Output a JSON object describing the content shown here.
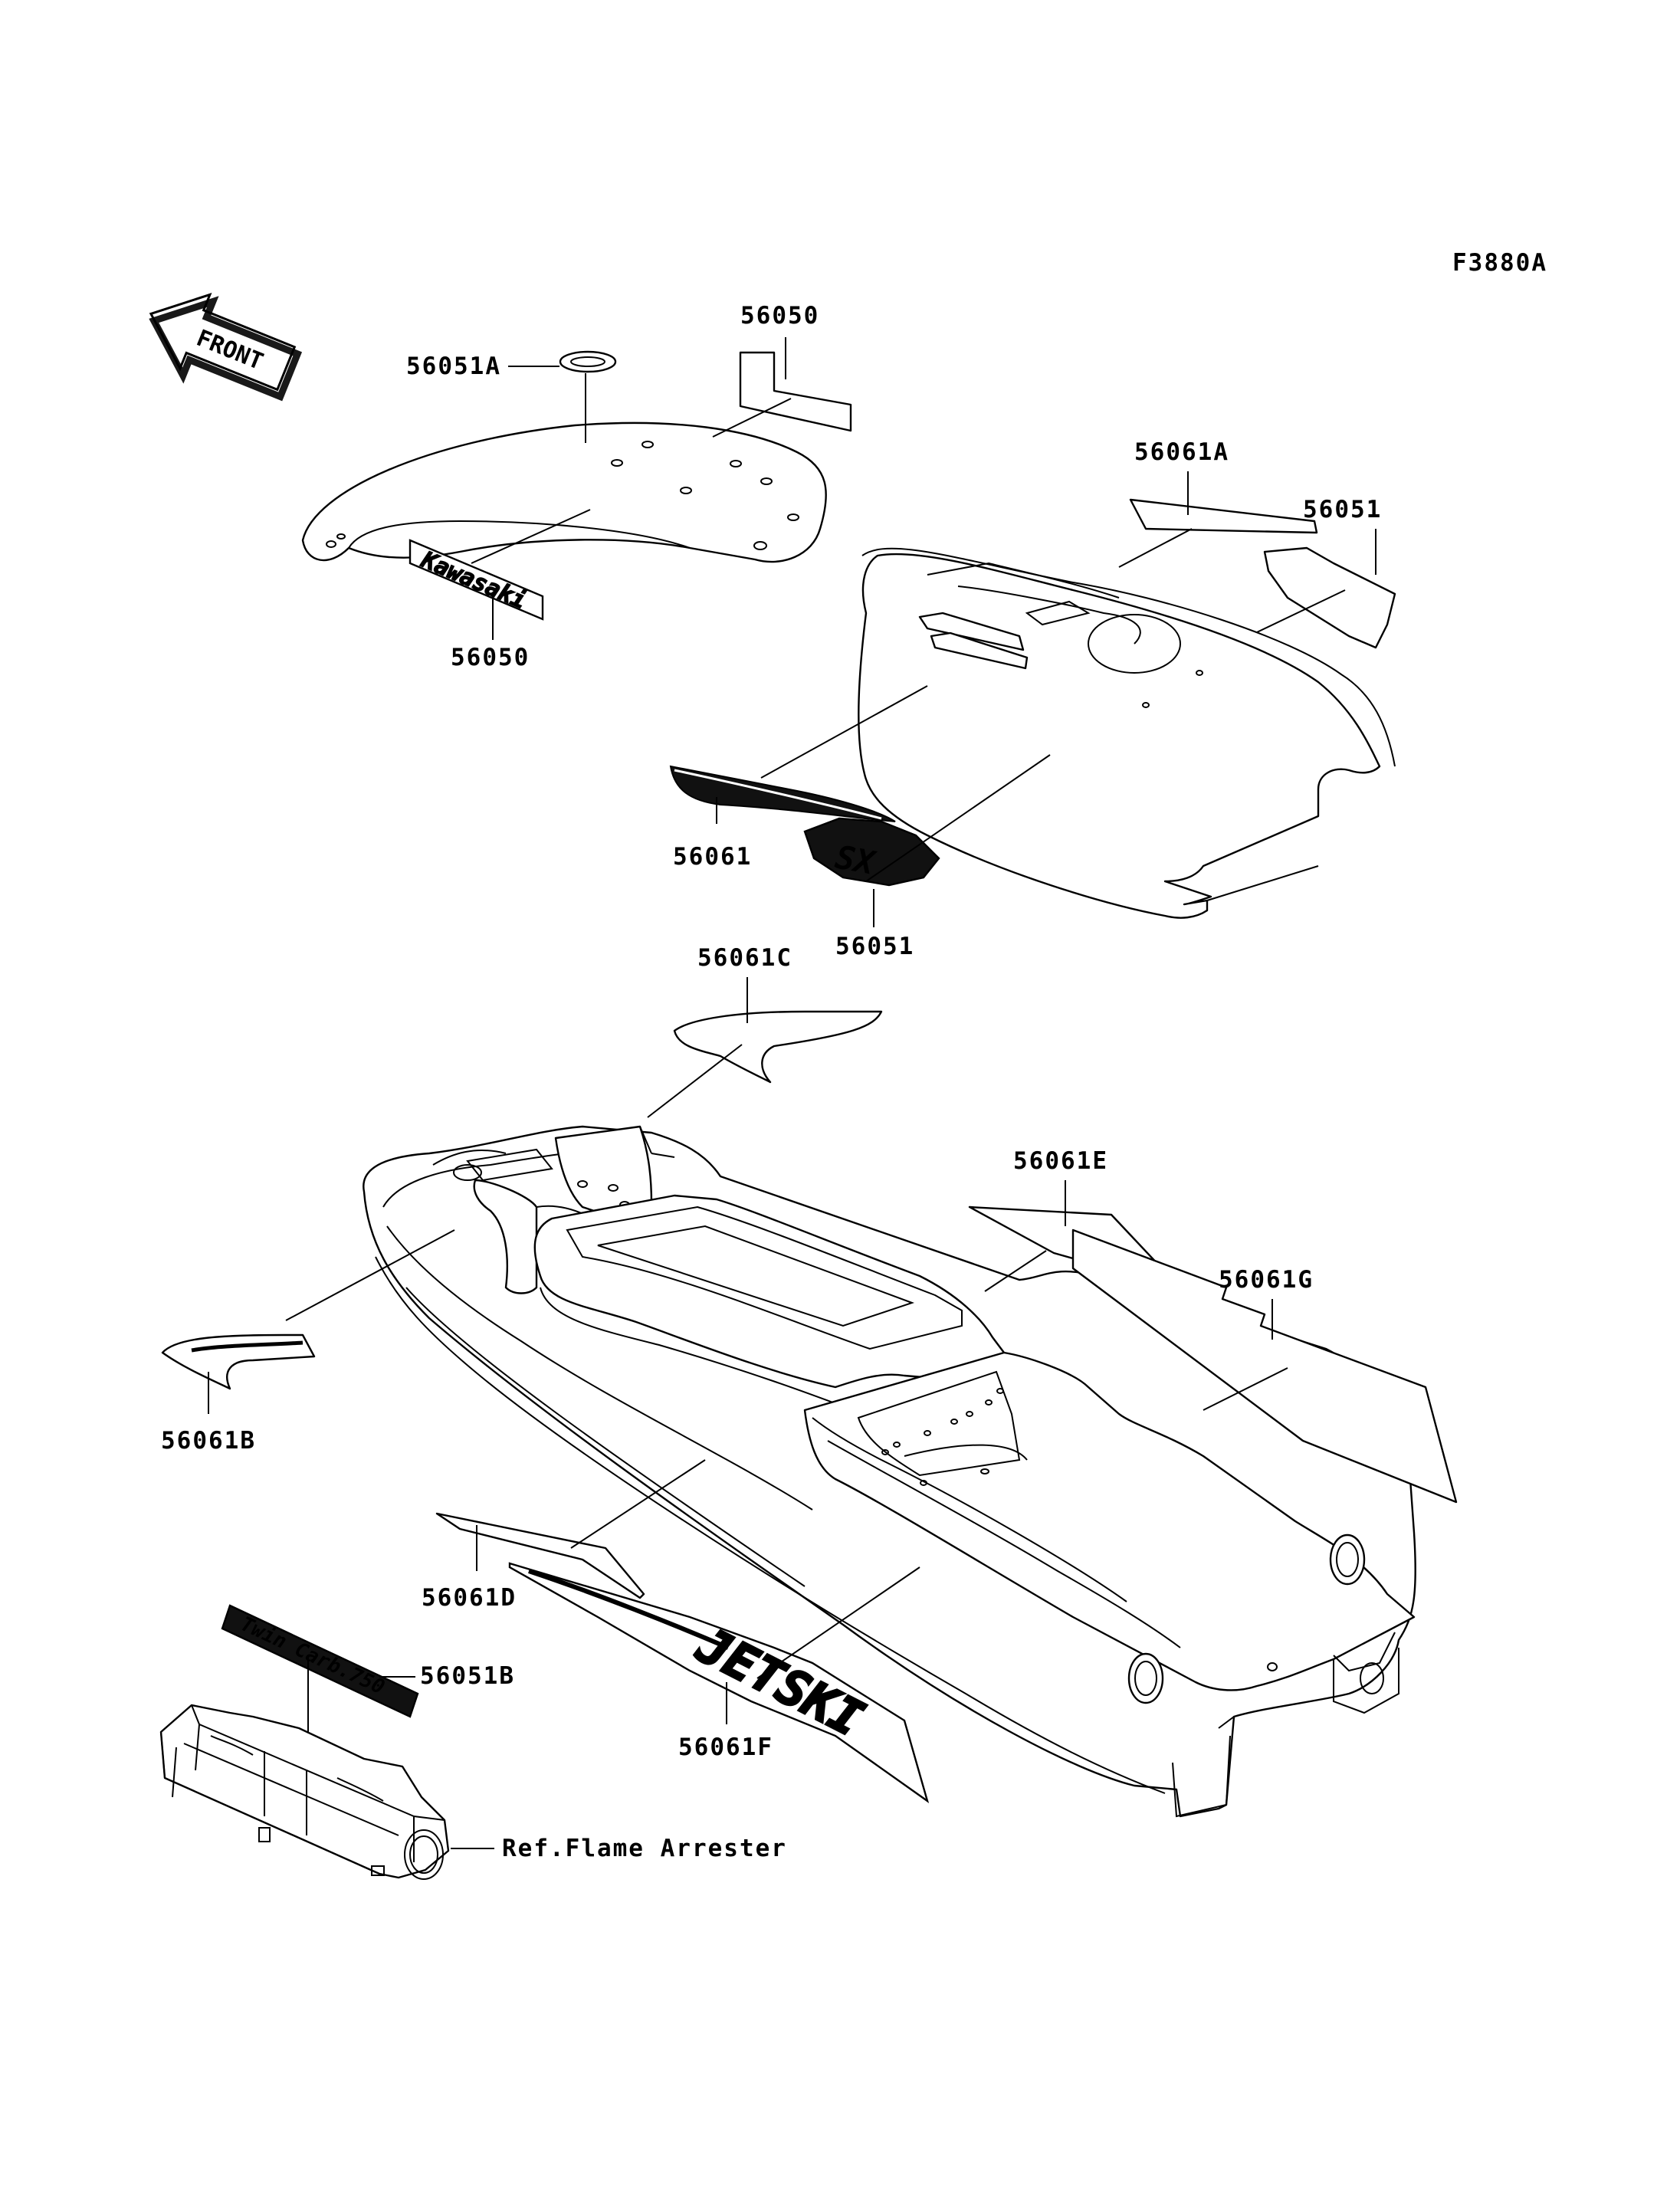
{
  "figure_code": "F3880A",
  "front_indicator": "FRONT",
  "callouts": {
    "c56051A": "56051A",
    "c56050_top": "56050",
    "c56050_side": "56050",
    "c56061A": "56061A",
    "c56051_hood": "56051",
    "c56061": "56061",
    "c56051_emblem": "56051",
    "c56061C": "56061C",
    "c56061E": "56061E",
    "c56061G": "56061G",
    "c56061B": "56061B",
    "c56061D": "56061D",
    "c56051B": "56051B",
    "c56061F": "56061F",
    "ref_flame": "Ref.Flame Arrester"
  },
  "decal_text": {
    "kawasaki": "Kawasaki",
    "sx": "SX",
    "jetski": "JETSKI",
    "twin_carb": "Twin Carb.750"
  }
}
